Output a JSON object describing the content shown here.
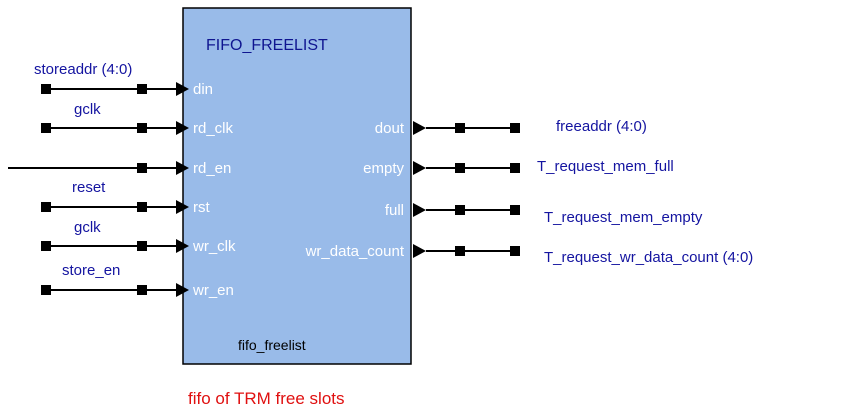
{
  "block": {
    "title": "FIFO_FREELIST",
    "instance": "fifo_freelist",
    "fill": "#99bbe9",
    "border": "#000000"
  },
  "caption": "fifo of TRM free slots",
  "inputs": [
    {
      "port": "din",
      "net": "storeaddr (4:0)"
    },
    {
      "port": "rd_clk",
      "net": "gclk"
    },
    {
      "port": "rd_en",
      "net": ""
    },
    {
      "port": "rst",
      "net": "reset"
    },
    {
      "port": "wr_clk",
      "net": "gclk"
    },
    {
      "port": "wr_en",
      "net": "store_en"
    }
  ],
  "outputs": [
    {
      "port": "dout",
      "net": "freeaddr (4:0)"
    },
    {
      "port": "empty",
      "net": "T_request_mem_full"
    },
    {
      "port": "full",
      "net": "T_request_mem_empty"
    },
    {
      "port": "wr_data_count",
      "net": "T_request_wr_data_count (4:0)"
    }
  ],
  "colors": {
    "net_label": "#1414a0",
    "port_label": "#ffffff",
    "caption": "#e01010",
    "wire": "#000000"
  }
}
